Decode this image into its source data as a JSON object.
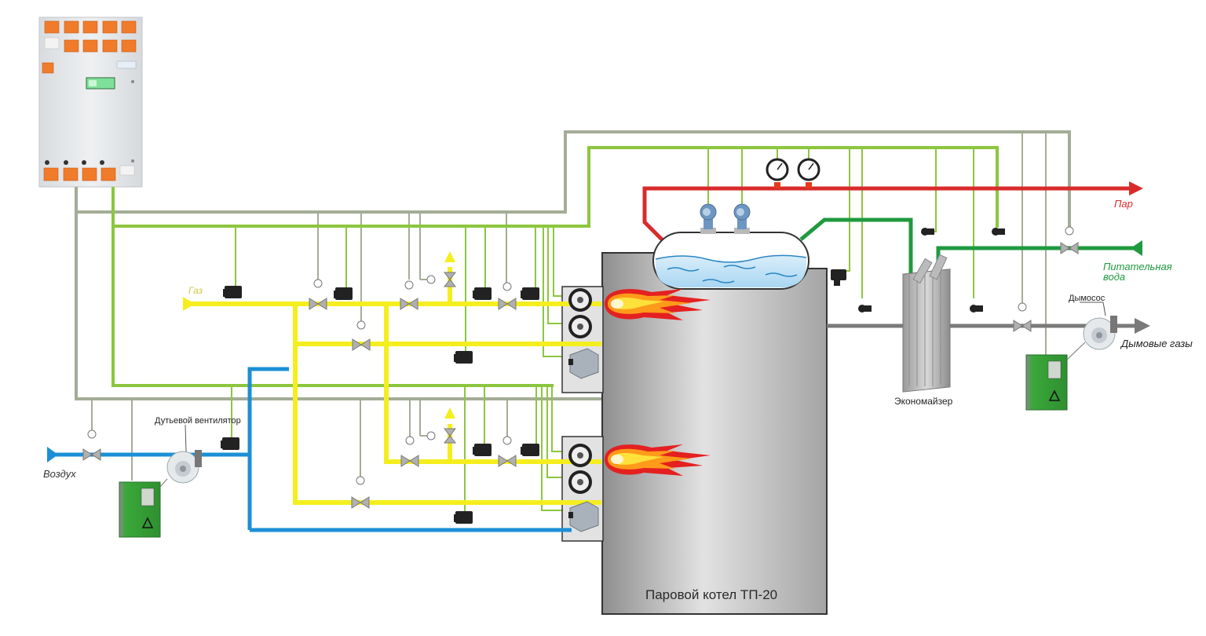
{
  "diagram": {
    "title": "Паровой котел ТП-20",
    "labels": {
      "gas": "Газ",
      "air": "Воздух",
      "steam": "Пар",
      "feedwater_line1": "Питательная",
      "feedwater_line2": "вода",
      "flue_gases": "Дымовые газы",
      "smoke_exhauster": "Дымосос",
      "blower_fan": "Дутьевой вентилятор",
      "economizer": "Экономайзер",
      "boiler": "Паровой котел ТП-20"
    },
    "colors": {
      "gas": "#f5ee1e",
      "air": "#1b8fd6",
      "steam": "#d92b2b",
      "feedwater": "#1f9a3f",
      "flue": "#7a7a7a",
      "signal_green": "#8cc63e",
      "signal_gray": "#a3ad96",
      "panel": "#e4e6e8",
      "panel_module": "#f07b2b",
      "drive_green": "#3aa83a"
    },
    "legend_items": [
      {
        "name": "gas",
        "label": "Газ"
      },
      {
        "name": "air",
        "label": "Воздух"
      },
      {
        "name": "steam",
        "label": "Пар"
      },
      {
        "name": "feedwater",
        "label": "Питательная вода"
      },
      {
        "name": "flue",
        "label": "Дымовые газы"
      }
    ]
  }
}
